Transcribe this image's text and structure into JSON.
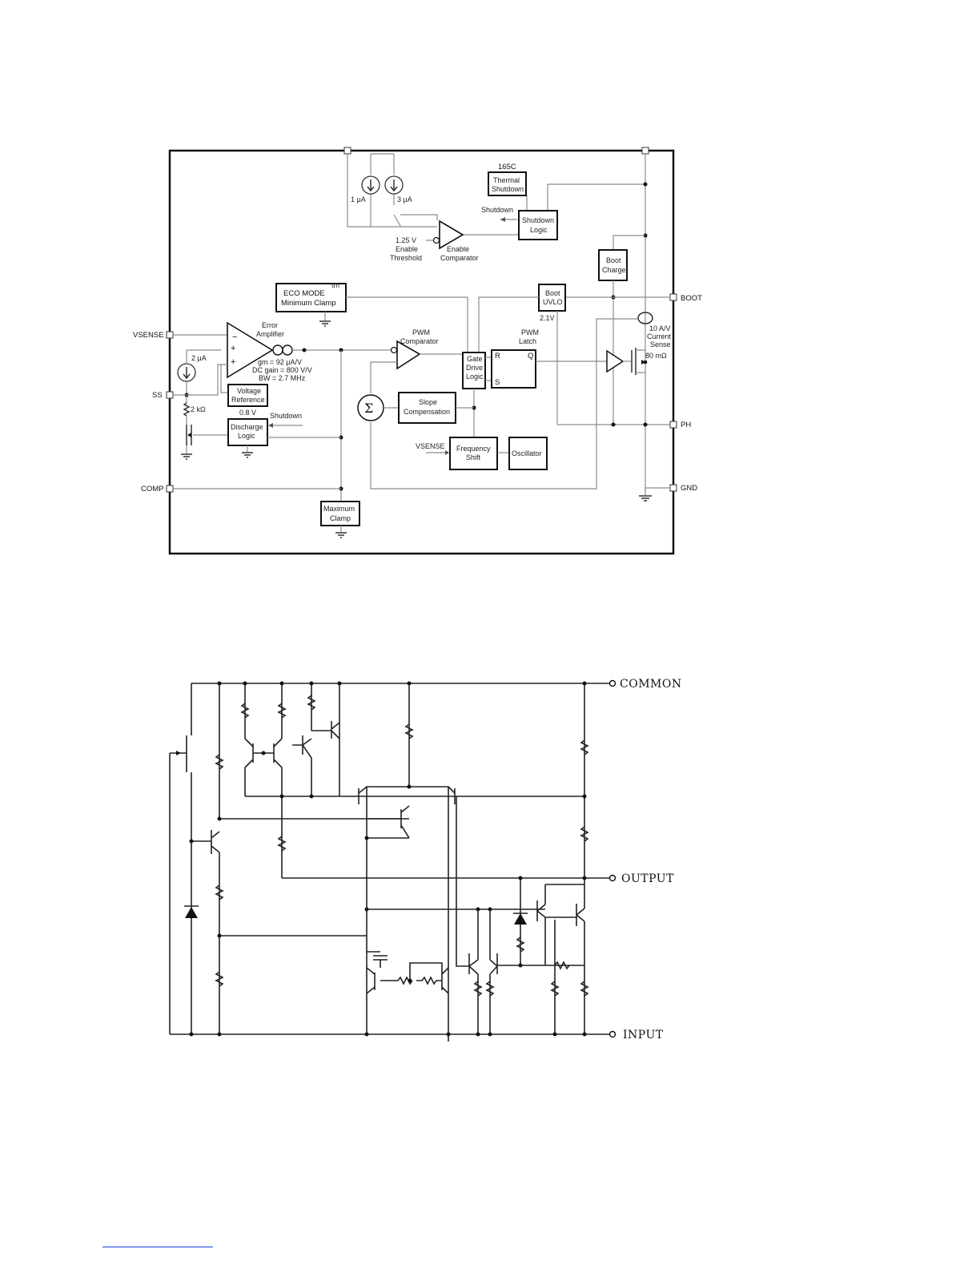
{
  "block_diagram": {
    "pins": {
      "vsense": "VSENSE",
      "ss": "SS",
      "comp": "COMP",
      "boot": "BOOT",
      "ph": "PH",
      "gnd": "GND"
    },
    "blocks": {
      "thermal_temp": "165C",
      "thermal_1": "Thermal",
      "thermal_2": "Shutdown",
      "shutdown_logic_1": "Shutdown",
      "shutdown_logic_2": "Logic",
      "boot_charge_1": "Boot",
      "boot_charge_2": "Charge",
      "eco_1": "ECO MODE",
      "eco_tm": "tm",
      "eco_2": "Minimum Clamp",
      "boot_uvlo_1": "Boot",
      "boot_uvlo_2": "UVLO",
      "voltage_ref_1": "Voltage",
      "voltage_ref_2": "Reference",
      "discharge_1": "Discharge",
      "discharge_2": "Logic",
      "gate_drive_1": "Gate",
      "gate_drive_2": "Drive",
      "gate_drive_3": "Logic",
      "slope_1": "Slope",
      "slope_2": "Compensation",
      "freq_1": "Frequency",
      "freq_2": "Shift",
      "oscillator": "Oscillator",
      "max_clamp_1": "Maximum",
      "max_clamp_2": "Clamp",
      "latch_r": "R",
      "latch_q": "Q",
      "latch_s": "S",
      "sigma": "Σ"
    },
    "labels": {
      "i_1ua": "1 μA",
      "i_3ua": "3 μA",
      "shutdown_arrow": "Shutdown",
      "enable_v": "1.25 V",
      "enable_1": "Enable",
      "enable_2": "Threshold",
      "enable_cmp_1": "Enable",
      "enable_cmp_2": "Comparator",
      "error_amp_1": "Error",
      "error_amp_2": "Amplifier",
      "gm": "gm = 92 μA/V",
      "dc_gain": "DC gain = 800 V/V",
      "bw": "BW = 2.7 MHz",
      "pwm_cmp_1": "PWM",
      "pwm_cmp_2": "Comparator",
      "pwm_latch_1": "PWM",
      "pwm_latch_2": "Latch",
      "v21": "2.1V",
      "cs_1": "10 A/V",
      "cs_2": "Current",
      "cs_3": "Sense",
      "rdson": "80 mΩ",
      "i_2ua": "2 μA",
      "r_2k": "2 kΩ",
      "v08": "0.8 V",
      "shutdown2": "Shutdown",
      "vsense_in": "VSENSE"
    }
  },
  "schematic": {
    "terminals": {
      "common": "COMMON",
      "output": "OUTPUT",
      "input": "INPUT"
    }
  }
}
